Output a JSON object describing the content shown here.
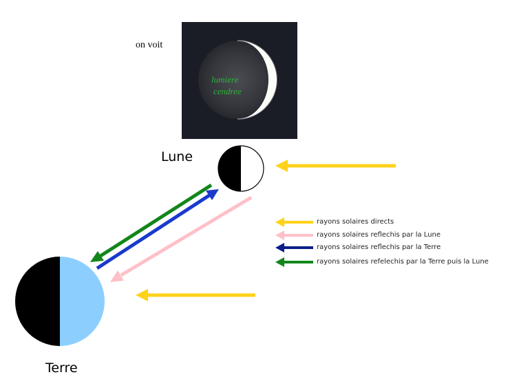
{
  "caption": {
    "on_voit": "on voit"
  },
  "photo": {
    "line1": "lumiere",
    "line2": "cendree",
    "text_color": "#2bb534",
    "background": "#1b1d26"
  },
  "bodies": {
    "moon_label": "Lune",
    "earth_label": "Terre",
    "earth_lit_color": "#8ccfff",
    "dark_color": "#000000"
  },
  "legend": [
    {
      "label": "rayons solaires directs",
      "color": "#ffd21a",
      "icon": "arrow-left-icon"
    },
    {
      "label": "rayons solaires reflechis par la Lune",
      "color": "#ffc0c8",
      "icon": "arrow-left-icon"
    },
    {
      "label": "rayons solaires reflechis par la Terre",
      "color": "#0b1e8a",
      "icon": "arrow-left-icon"
    },
    {
      "label": "rayons solaires refelechis par la Terre puis la Lune",
      "color": "#12861c",
      "icon": "arrow-left-icon"
    }
  ],
  "colors": {
    "sun_ray": "#ffd21a",
    "moon_reflect": "#ffc0c8",
    "earth_reflect": "#1a3acc",
    "earth_then_moon": "#12861c"
  }
}
